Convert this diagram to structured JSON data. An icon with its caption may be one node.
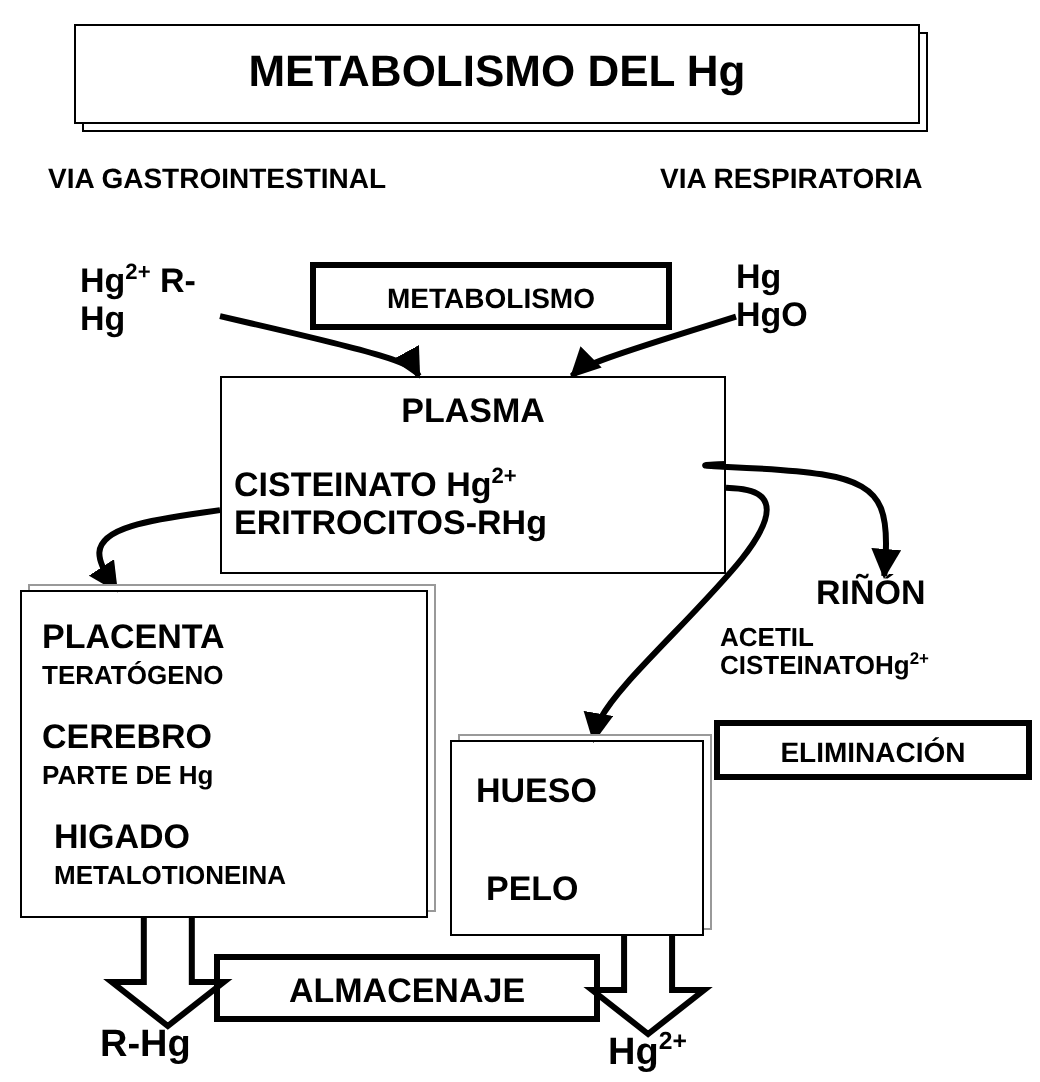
{
  "diagram": {
    "title": "METABOLISMO DEL Hg",
    "nodes": [
      {
        "text": [
          "Hg$^{2+}$ R-Hg"
        ]
      },
      {
        "text": [
          "METABOLISMO"
        ]
      },
      {
        "text": [
          "Hg HgO"
        ]
      },
      {
        "text": [
          "PLASMA",
          "CISTEINATO Hg$^{2+}$",
          "ERITROCITOS-RHg"
        ]
      },
      {
        "text": [
          "RIÑÓN",
          "ACETIL CISTEINATOHg$^{2+}$"
        ]
      },
      {
        "text": [
          "PLACENTA",
          "TERATÓGENO",
          "CEREBRO",
          "PARTE DE Hg",
          "HIGADO",
          "METALOTIONEINA"
        ]
      },
      {
        "text": [
          "ELIMINACIÓN"
        ]
      },
      {
        "text": [
          "HUESO",
          "PELO"
        ]
      },
      {
        "text": [
          "ALMACENAJE"
        ]
      },
      {
        "text": [
          "R-Hg"
        ]
      },
      {
        "text": [
          "Hg$^{2+}$"
        ]
      }
    ],
    "edges": [
      {
        "from": 0,
        "to": 3,
        "arrow": "to"
      },
      {
        "from": 2,
        "to": 3,
        "arrow": "to"
      },
      {
        "from": 3,
        "to": 5,
        "arrow": "to"
      },
      {
        "from": 3,
        "to": 4,
        "arrow": "to"
      },
      {
        "from": 3,
        "to": 7,
        "arrow": "to"
      },
      {
        "from": 5,
        "to": 9,
        "arrow": "to",
        "style": "thick"
      },
      {
        "from": 7,
        "to": 10,
        "arrow": "to",
        "style": "thick"
      }
    ],
    "labels": [
      "VIA GASTROINTESTINAL",
      "VIA RESPIRATORIA"
    ]
  }
}
